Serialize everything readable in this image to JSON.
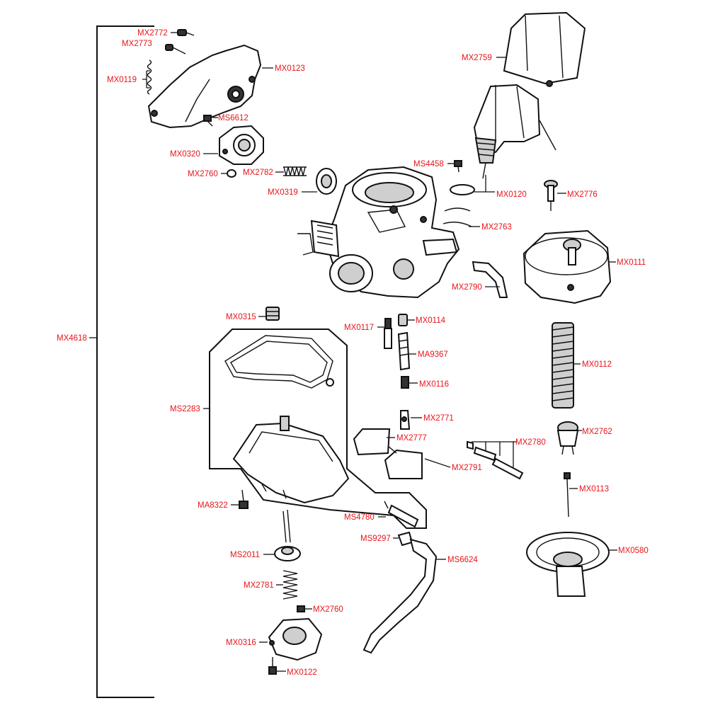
{
  "assembly_label": "MX4618",
  "labels": {
    "mx2772": "MX2772",
    "mx2773": "MX2773",
    "mx0119": "MX0119",
    "mx0123": "MX0123",
    "ms6612": "MS6612",
    "mx0320": "MX0320",
    "mx2760_top": "MX2760",
    "mx2782": "MX2782",
    "mx0319": "MX0319",
    "mx2759": "MX2759",
    "ms4458": "MS4458",
    "mx0120": "MX0120",
    "mx2776": "MX2776",
    "mx2763": "MX2763",
    "mx0111": "MX0111",
    "mx2790": "MX2790",
    "mx0315": "MX0315",
    "mx0117": "MX0117",
    "mx0114": "MX0114",
    "ma9367": "MA9367",
    "mx0116": "MX0116",
    "mx0112": "MX0112",
    "ms2283": "MS2283",
    "mx2771": "MX2771",
    "mx2777": "MX2777",
    "mx2780": "MX2780",
    "mx2762": "MX2762",
    "mx2791": "MX2791",
    "mx0113": "MX0113",
    "ma8322": "MA8322",
    "ms4780": "MS4780",
    "ms9297": "MS9297",
    "ms6624": "MS6624",
    "mx0580": "MX0580",
    "ms2011": "MS2011",
    "mx2781": "MX2781",
    "mx2760_bottom": "MX2760",
    "mx0316": "MX0316",
    "mx0122": "MX0122"
  },
  "colors": {
    "label": "#e8141a",
    "line": "#111111",
    "background": "#ffffff"
  }
}
